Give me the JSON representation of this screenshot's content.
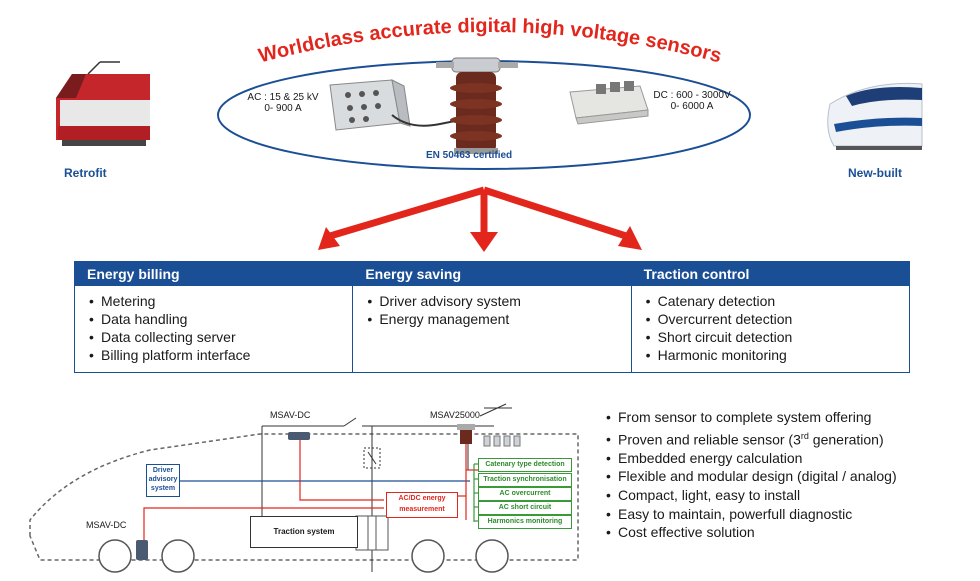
{
  "header": {
    "title": "Worldclass accurate digital high voltage sensors",
    "ac_spec_line1": "AC : 15 & 25 kV",
    "ac_spec_line2": "0- 900 A",
    "dc_spec_line1": "DC : 600 - 3000V",
    "dc_spec_line2": "0- 6000 A",
    "certification": "EN 50463 certified"
  },
  "labels": {
    "retrofit": "Retrofit",
    "new_built": "New-built"
  },
  "columns": [
    {
      "title": "Energy billing",
      "items": [
        "Metering",
        "Data handling",
        "Data collecting server",
        "Billing platform interface"
      ]
    },
    {
      "title": "Energy saving",
      "items": [
        "Driver advisory system",
        "Energy management"
      ]
    },
    {
      "title": "Traction control",
      "items": [
        "Catenary detection",
        "Overcurrent detection",
        "Short circuit detection",
        "Harmonic monitoring"
      ]
    }
  ],
  "diagram": {
    "msav_dc_top": "MSAV-DC",
    "msav25000": "MSAV25000",
    "msav_dc_bottom": "MSAV-DC",
    "driver_advisory_line1": "Driver",
    "driver_advisory_line2": "advisory",
    "driver_advisory_line3": "system",
    "energy_measurement_line1": "AC/DC energy",
    "energy_measurement_line2": "measurement",
    "traction_system": "Traction system",
    "functions": [
      "Catenary type detection",
      "Traction synchronisation",
      "AC overcurrent",
      "AC short circuit",
      "Harmonics monitoring"
    ]
  },
  "features": {
    "items": [
      "From sensor to complete system offering",
      "Proven and reliable sensor (3",
      "Embedded energy calculation",
      "Flexible and modular design (digital / analog)",
      "Compact, light, easy to install",
      "Easy to maintain, powerfull diagnostic",
      "Cost effective solution"
    ],
    "sup": "rd",
    "suffix": " generation)"
  },
  "colors": {
    "accent_red": "#e2261c",
    "brand_blue": "#1b4f95",
    "green": "#3a9a3a"
  }
}
